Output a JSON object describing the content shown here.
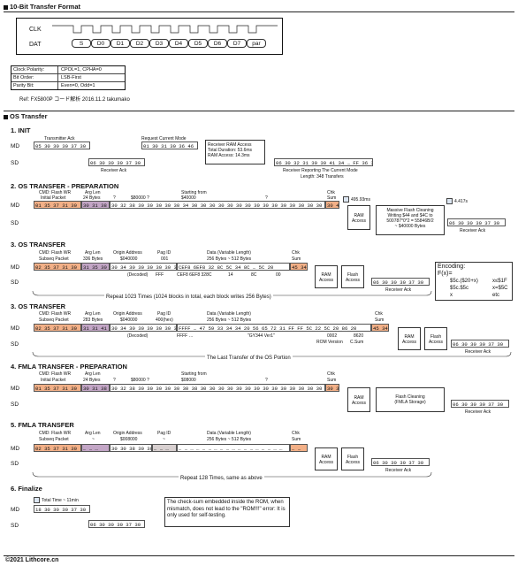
{
  "title": "10-Bit Transfer Format",
  "timing": {
    "clk_label": "CLK",
    "dat_label": "DAT",
    "bits": [
      "S",
      "D0",
      "D1",
      "D2",
      "D3",
      "D4",
      "D5",
      "D6",
      "D7",
      "par"
    ]
  },
  "settings": [
    {
      "k": "Clock Polarity:",
      "v": "CPOL=1, CPHA=0"
    },
    {
      "k": "Bit Order:",
      "v": "LSB-First"
    },
    {
      "k": "Parity Bit:",
      "v": "Even=0, Odd=1"
    }
  ],
  "ref": "Ref: FX5800P コード解析 2016.11.2 takumako",
  "os_title": "OS Transfer",
  "s1": {
    "title": "1. INIT",
    "md": "MD",
    "sd": "SD",
    "tx_ack": "Transmitter Ack",
    "md_cells": "05 30 30 30 37 30",
    "sd_cells": "06 30 30 30 37 30",
    "rx_ack": "Receiver Ack",
    "req": "Request Current Mode",
    "req_cells": "01 30 31 30 36 46",
    "access": [
      "Receiver RAM Access",
      "Total Duration: 53.6ms",
      "RAM Access: 14.3ms"
    ],
    "rep_cells": "06 30 32 31 30 30 41 34 … FF 36 32",
    "rep_label": "Receiver Reporting The Current Mode",
    "rep_len": "Length: 348 Transfers"
  },
  "s2": {
    "title": "2. OS TRANSFER - PREPARATION",
    "hdr": [
      "CMD: Flash WR",
      "Arg Len",
      "Starting from",
      "Chk"
    ],
    "hdr2": [
      "Initial Packet",
      "24 Bytes",
      "?",
      "$80000 ?",
      "$40000",
      "?",
      "Sum"
    ],
    "c1": "01 35 37 31 30",
    "c2": "30 31 38",
    "c3": "30 32 38 30 30 30 30 30 34 30 30 30 30 30 30 30 30 30 30 30 30 30 30 30 30 30 30",
    "c4": "30 43",
    "time1": "495.93ms",
    "ram": "RAM Access",
    "clean": [
      "Massive Flash Cleaning",
      "Writing $44 and $4C to",
      "500787*0*2 = 55846B/2",
      "~ $40000 Bytes"
    ],
    "time2": "4.417s",
    "sd_cells": "06 30 30 30 37 30",
    "rx_ack": "Receiver Ack"
  },
  "s3": {
    "title": "3. OS TRANSFER",
    "hdr": [
      "CMD: Flash WR",
      "Arg Len",
      "Origin Address",
      "Pag ID",
      "Data (Variable Length)",
      "Chk"
    ],
    "hdr2": [
      "Subseq Packet",
      "336 Bytes",
      "$040000",
      "001",
      "256 Bytes ~ 512 Bytes",
      "Sum"
    ],
    "c1": "02 35 37 31 30",
    "c2": "31 35 30",
    "c3": "30 34 30 30 30 30 30 30 30 31",
    "c4": "CEF8 6EF8 32 8C 5C 34 8C … 5C 20",
    "c5": "45 34",
    "dec": [
      "(Decoded)",
      "FFF",
      "CEF8 6EF8 328C",
      "14",
      "8C",
      "00"
    ],
    "ram": "RAM Access",
    "flash": "Flash Access",
    "sd_cells": "06 30 30 30 37 30",
    "rx_ack": "Receiver Ack",
    "enc": [
      "Encoding:",
      "F(x)=",
      "$5c.($20+x)",
      "x≤$1F",
      "$5c.$5c",
      "x=$5C",
      "x",
      "etc"
    ],
    "repeat": "Repeat 1023 Times (1024 blocks in total, each block writes 256 Bytes)"
  },
  "s3b": {
    "title": "3. OS TRANSFER",
    "hdr": [
      "CMD: Flash WR",
      "Arg Len",
      "Origin Address",
      "Pag ID",
      "Data (Variable Length)",
      "Chk"
    ],
    "hdr2": [
      "Subseq Packet",
      "283 Bytes",
      "$040000",
      "400(hex)",
      "256 Bytes ~ 512 Bytes",
      "Sum"
    ],
    "c1": "02 35 37 31 30",
    "c2": "31 31 41",
    "c3": "30 34 30 30 30 30 30 34 30 30",
    "c4": "FFFF … 47 59 33 34 34 20 56 65 72 31 FF FF 5C 22 5C 20 86 20",
    "c5": "45 34",
    "dec": [
      "(Decoded)",
      "FFFF …",
      "\"GY344 Ver1\"",
      "0002",
      "8620"
    ],
    "rom": [
      "ROM Version",
      "C.Sum"
    ],
    "ram": "RAM Access",
    "flash": "Flash Access",
    "sd_cells": "06 30 30 30 37 30",
    "rx_ack": "Receiver Ack",
    "last": "The Last Transfer of the OS Portion"
  },
  "s4": {
    "title": "4. FMLA TRANSFER - PREPARATION",
    "hdr": [
      "CMD: Flash WR",
      "Arg Len",
      "Starting from",
      "Chk"
    ],
    "hdr2": [
      "Initial Packet",
      "24 Bytes",
      "?",
      "$80000 ?",
      "$08000",
      "?",
      "Sum"
    ],
    "c1": "01 35 37 31 30",
    "c2": "30 31 38",
    "c3": "30 32 38 30 30 30 30 30 30 38 30 30 30 30 30 30 30 30 30 30 30 30 30 30 30 30 30",
    "c4": "30 38",
    "ram": "RAM Access",
    "clean": [
      "Flash Cleaning",
      "(FMLA Storage)"
    ],
    "sd_cells": "06 30 30 30 37 30",
    "rx_ack": "Receiver Ack"
  },
  "s5": {
    "title": "5. FMLA TRANSFER",
    "hdr": [
      "CMD: Flash WR",
      "Arg Len",
      "Origin Address",
      "Pag ID",
      "Data (Variable Length)",
      "Chk"
    ],
    "hdr2": [
      "Subseq Packet",
      "~",
      "$008000",
      "~",
      "256 Bytes ~ 512 Bytes",
      "Sum"
    ],
    "c1": "02 35 37 31 30",
    "c2": "… … …",
    "c3": "30 30 38 30 30 30",
    "c3b": "… … …",
    "c4": "… … … … … … … … … … … … … … … … … …",
    "c5": "… …",
    "ram": "RAM Access",
    "flash": "Flash Access",
    "sd_cells": "06 30 30 30 37 30",
    "rx_ack": "Receiver Ack",
    "repeat": "Repeat 128 Times, same as above"
  },
  "s6": {
    "title": "6. Finalize",
    "time": "Total Time ~ 11min",
    "md_cells": "18 30 30 30 37 30",
    "sd_cells": "06 30 30 30 37 30",
    "note": "The check-sum embedded inside the ROM, when mismatch, does not lead to the \"ROM!!!\" error: It is only used for self-testing."
  },
  "footer": "©2021  Lithcore.cn"
}
